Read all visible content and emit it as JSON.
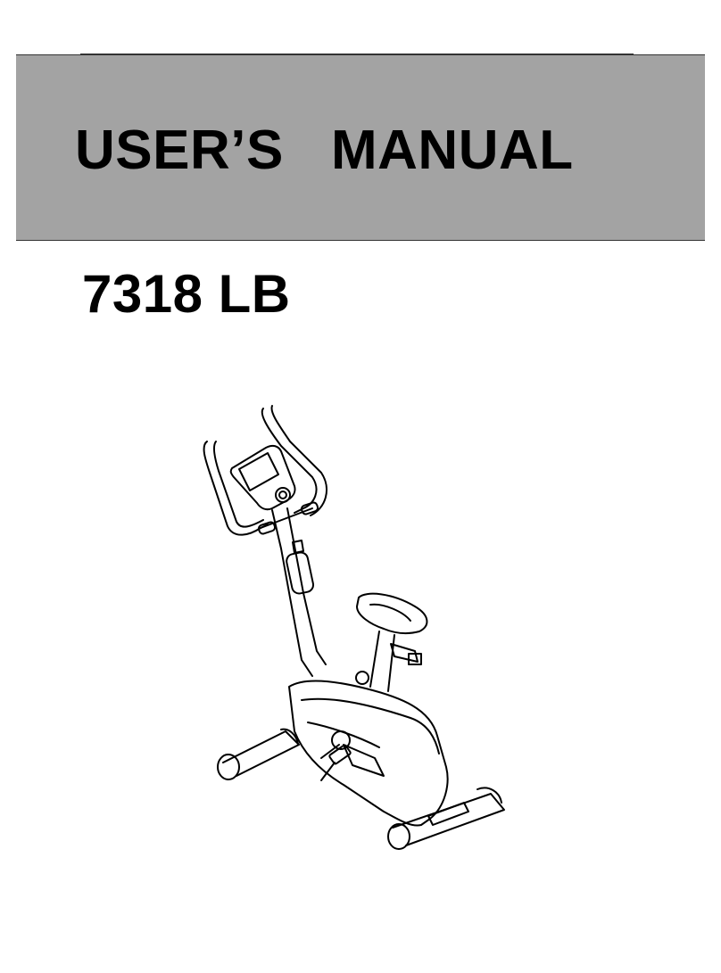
{
  "cover": {
    "title": "USER’S   MANUAL",
    "model_number": "7318 LB"
  },
  "illustration": {
    "subject": "upright exercise bike line drawing",
    "icon": "exercise-bike-icon"
  },
  "colors": {
    "title_band": "#a3a3a3",
    "text": "#000000",
    "page": "#ffffff"
  }
}
